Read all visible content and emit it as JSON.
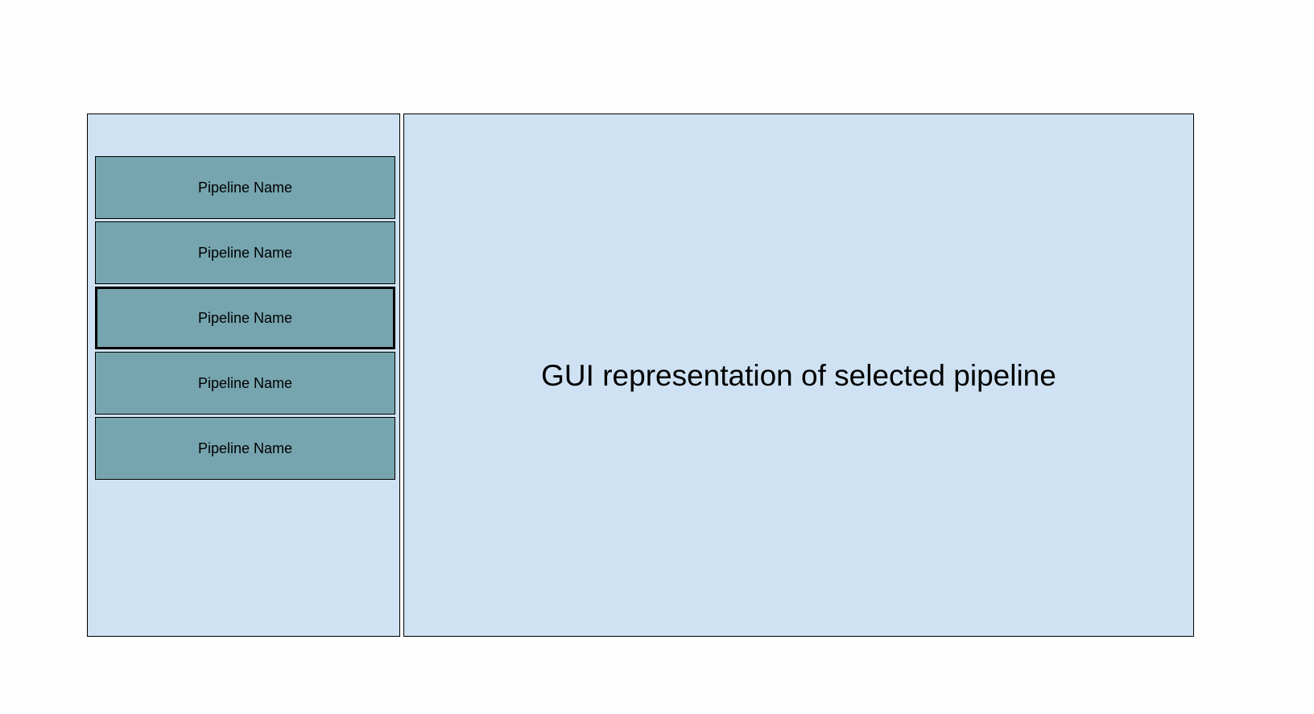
{
  "sidebar": {
    "items": [
      {
        "label": "Pipeline Name",
        "selected": false
      },
      {
        "label": "Pipeline Name",
        "selected": false
      },
      {
        "label": "Pipeline Name",
        "selected": true
      },
      {
        "label": "Pipeline Name",
        "selected": false
      },
      {
        "label": "Pipeline Name",
        "selected": false
      }
    ]
  },
  "main": {
    "label": "GUI representation of selected pipeline"
  },
  "colors": {
    "panel_bg": "#cfe2f3",
    "item_bg": "#76a5af",
    "border": "#000000"
  }
}
